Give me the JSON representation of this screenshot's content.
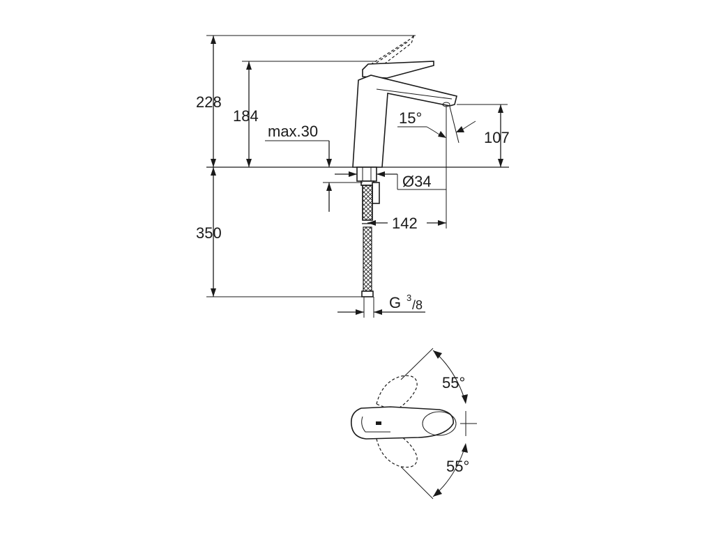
{
  "side_view": {
    "dimensions": {
      "total_height": "228",
      "spout_height": "184",
      "max_thickness": "max.30",
      "outlet_height": "107",
      "spout_angle": "15°",
      "base_diameter": "Ø34",
      "projection": "142",
      "hose_length": "350",
      "connection_thread_prefix": "G",
      "connection_thread_num": "3",
      "connection_thread_den": "/8"
    }
  },
  "top_view": {
    "dimensions": {
      "lever_angle_back": "55°",
      "lever_angle_front": "55°"
    }
  },
  "colors": {
    "line": "#1a1a1a",
    "background": "#ffffff"
  }
}
